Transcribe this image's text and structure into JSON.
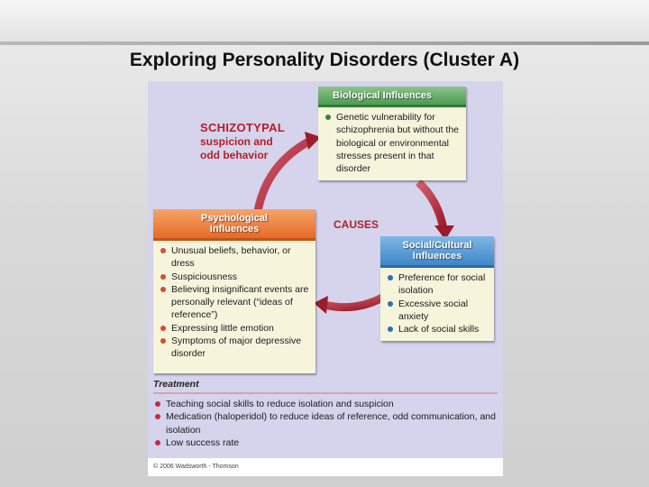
{
  "slide": {
    "title": "Exploring Personality Disorders (Cluster A)"
  },
  "diagram": {
    "disorder_name": "SCHIZOTYPAL",
    "disorder_desc_1": "suspicion and",
    "disorder_desc_2": "odd behavior",
    "causes_label": "CAUSES",
    "biological": {
      "title": "Biological Influences",
      "items": [
        "Genetic vulnerability for schizophrenia but without the biological or environmental stresses present in that disorder"
      ]
    },
    "psychological": {
      "title_1": "Psychological",
      "title_2": "Influences",
      "items": [
        "Unusual beliefs, behavior, or dress",
        "Suspiciousness",
        "Believing insignificant events are personally relevant (“ideas of reference”)",
        "Expressing little emotion",
        "Symptoms of major depressive disorder"
      ]
    },
    "social": {
      "title_1": "Social/Cultural",
      "title_2": "Influences",
      "items": [
        "Preference for social isolation",
        "Excessive social anxiety",
        "Lack of social skills"
      ]
    },
    "treatment": {
      "title": "Treatment",
      "items": [
        "Teaching social skills to reduce isolation and suspicion",
        "Medication (haloperidol) to reduce ideas of reference, odd communication, and isolation",
        "Low success rate"
      ]
    },
    "copyright": "© 2006 Wadsworth - Thomson",
    "colors": {
      "accent_red": "#b21e2a",
      "biological_green": "#4f9a52",
      "psychological_orange": "#e76a24",
      "social_blue": "#3f87c8"
    }
  }
}
